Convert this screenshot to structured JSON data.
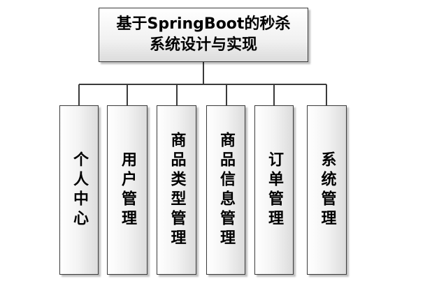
{
  "root": {
    "line1": "基于SpringBoot的秒杀",
    "line2": "系统设计与实现"
  },
  "modules": [
    {
      "label": "个人中心"
    },
    {
      "label": "用户管理"
    },
    {
      "label": "商品类型管理"
    },
    {
      "label": "商品信息管理"
    },
    {
      "label": "订单管理"
    },
    {
      "label": "系统管理"
    }
  ]
}
